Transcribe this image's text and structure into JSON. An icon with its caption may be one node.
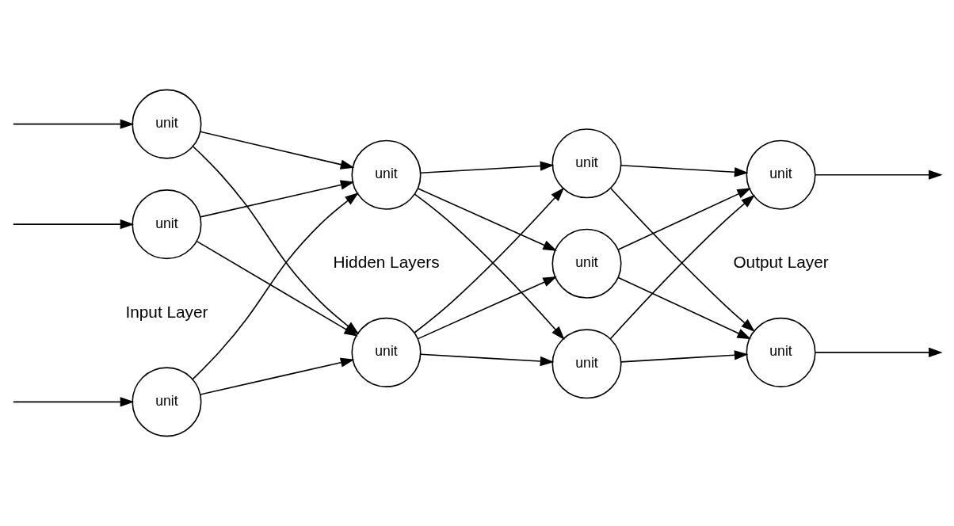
{
  "diagram": {
    "nodes": [
      {
        "text": [
          "unit"
        ]
      },
      {
        "text": [
          "unit"
        ]
      },
      {
        "text": [
          "unit"
        ]
      },
      {
        "text": [
          "unit"
        ]
      },
      {
        "text": [
          "unit"
        ]
      },
      {
        "text": [
          "unit"
        ]
      },
      {
        "text": [
          "unit"
        ]
      },
      {
        "text": [
          "unit"
        ]
      },
      {
        "text": [
          "unit"
        ]
      },
      {
        "text": [
          "unit"
        ]
      }
    ],
    "edges": [
      {
        "from": null,
        "to": 0,
        "arrow": "to"
      },
      {
        "from": null,
        "to": 1,
        "arrow": "to"
      },
      {
        "from": null,
        "to": 2,
        "arrow": "to"
      },
      {
        "from": 0,
        "to": 3,
        "arrow": "to"
      },
      {
        "from": 0,
        "to": 4,
        "arrow": "to"
      },
      {
        "from": 1,
        "to": 3,
        "arrow": "to"
      },
      {
        "from": 1,
        "to": 4,
        "arrow": "to"
      },
      {
        "from": 2,
        "to": 3,
        "arrow": "to"
      },
      {
        "from": 2,
        "to": 4,
        "arrow": "to"
      },
      {
        "from": 3,
        "to": 5,
        "arrow": "to"
      },
      {
        "from": 3,
        "to": 6,
        "arrow": "to"
      },
      {
        "from": 3,
        "to": 7,
        "arrow": "to"
      },
      {
        "from": 4,
        "to": 5,
        "arrow": "to"
      },
      {
        "from": 4,
        "to": 6,
        "arrow": "to"
      },
      {
        "from": 4,
        "to": 7,
        "arrow": "to"
      },
      {
        "from": 5,
        "to": 8,
        "arrow": "to"
      },
      {
        "from": 5,
        "to": 9,
        "arrow": "to"
      },
      {
        "from": 6,
        "to": 8,
        "arrow": "to"
      },
      {
        "from": 6,
        "to": 9,
        "arrow": "to"
      },
      {
        "from": 7,
        "to": 8,
        "arrow": "to"
      },
      {
        "from": 7,
        "to": 9,
        "arrow": "to"
      },
      {
        "from": 8,
        "to": null,
        "arrow": "to"
      },
      {
        "from": 9,
        "to": null,
        "arrow": "to"
      }
    ],
    "labels": [
      "Input Layer",
      "Hidden Layers",
      "Output Layer"
    ]
  }
}
